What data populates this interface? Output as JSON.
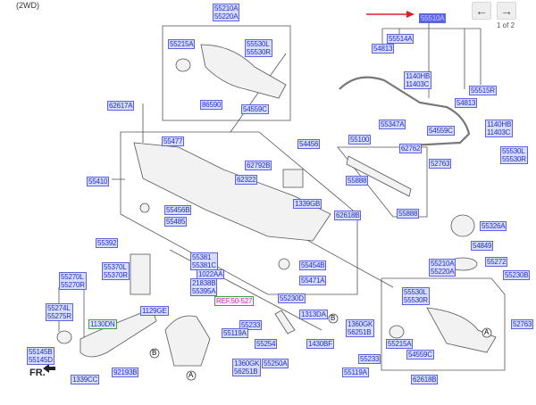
{
  "diagram_title": "(2WD)",
  "navigation": {
    "prev_icon": "arrow-left",
    "next_icon": "arrow-right",
    "pager_text": "1 of 2"
  },
  "highlighted_part": "55510A",
  "front_marker": "FR.",
  "reference": "REF.50-527",
  "callouts": {
    "a": "A",
    "b": "B"
  },
  "labels": {
    "p55210A_55220A_top": [
      "55210A",
      "55220A"
    ],
    "p55215A_top": [
      "55215A"
    ],
    "p55530L_55530R_top": [
      "55530L",
      "55530R"
    ],
    "p86590": [
      "86590"
    ],
    "p54559C_top": [
      "54559C"
    ],
    "p62617A": [
      "62617A"
    ],
    "p55510A": [
      "55510A"
    ],
    "p55514A": [
      "55514A"
    ],
    "p54813_a": [
      "54813"
    ],
    "p1140HB_11403C_a": [
      "1140HB",
      "11403C"
    ],
    "p55515R": [
      "55515R"
    ],
    "p54813_b": [
      "54813"
    ],
    "p1140HB_11403C_b": [
      "1140HB",
      "11403C"
    ],
    "p55477": [
      "55477"
    ],
    "p54456": [
      "54456"
    ],
    "p55347A": [
      "55347A"
    ],
    "p55100": [
      "55100"
    ],
    "p62762": [
      "62762"
    ],
    "p54559C_mid": [
      "54559C"
    ],
    "p55530L_55530R_mid": [
      "55530L",
      "55530R"
    ],
    "p62792B": [
      "62792B"
    ],
    "p52763_a": [
      "52763"
    ],
    "p55410": [
      "55410"
    ],
    "p62322": [
      "62322"
    ],
    "p55888_a": [
      "55888"
    ],
    "p1339GB": [
      "1339GB"
    ],
    "p55456B": [
      "55456B"
    ],
    "p62618B_a": [
      "62618B"
    ],
    "p55888_b": [
      "55888"
    ],
    "p55485": [
      "55485"
    ],
    "p55326A": [
      "55326A"
    ],
    "p55392": [
      "55392"
    ],
    "p54849": [
      "54849"
    ],
    "p55381_55381C": [
      "55381",
      "55381C"
    ],
    "p55454B": [
      "55454B"
    ],
    "p55210A_55220A_bot": [
      "55210A",
      "55220A"
    ],
    "p55272": [
      "55272"
    ],
    "p55370L_55370R": [
      "55370L",
      "55370R"
    ],
    "p1022AA": [
      "1022AA"
    ],
    "p21838B_55395A": [
      "21838B",
      "55395A"
    ],
    "p55471A": [
      "55471A"
    ],
    "p55230B": [
      "55230B"
    ],
    "p55270L_55270R": [
      "55270L",
      "55270R"
    ],
    "p55230D": [
      "55230D"
    ],
    "p55530L_55530R_bot": [
      "55530L",
      "55530R"
    ],
    "p55274L_55275R": [
      "55274L",
      "55275R"
    ],
    "p1129GE": [
      "1129GE"
    ],
    "p1130DN": [
      "1130DN"
    ],
    "p1313DA": [
      "1313DA"
    ],
    "p55233_a": [
      "55233"
    ],
    "p55119A_a": [
      "55119A"
    ],
    "p1360GK_56251B_a": [
      "1360GK",
      "56251B"
    ],
    "p52763_b": [
      "52763"
    ],
    "p55254": [
      "55254"
    ],
    "p1430BF": [
      "1430BF"
    ],
    "p55215A_bot": [
      "55215A"
    ],
    "p55145B_55145D": [
      "55145B",
      "55145D"
    ],
    "p1360GK_56251B_b": [
      "1360GK",
      "56251B"
    ],
    "p55250A": [
      "55250A"
    ],
    "p54559C_bot": [
      "54559C"
    ],
    "p55233_b": [
      "55233"
    ],
    "p92193B": [
      "92193B"
    ],
    "p1339CC": [
      "1339CC"
    ],
    "p55119A_b": [
      "55119A"
    ],
    "p62618B_b": [
      "62618B"
    ]
  }
}
